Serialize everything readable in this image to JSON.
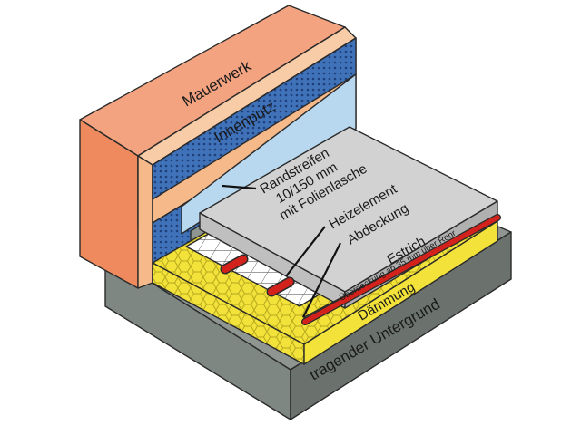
{
  "labels": {
    "wall": "Mauerwerk",
    "plaster": "Innenputz",
    "edge_strip_line1": "Randstreifen",
    "edge_strip_line2": "10/150 mm",
    "edge_strip_line3": "mit Folienlasche",
    "heating_element": "Heizelement",
    "cover": "Abdeckung",
    "screed": "Estrich",
    "screed_cover": "Überdeckung ab 35 mm über Rohr",
    "insulation": "Dämmung",
    "substrate": "tragender Untergrund"
  },
  "colors": {
    "wall_front": "#ef8a5e",
    "wall_top": "#f3a380",
    "plaster_front": "#f5b98a",
    "plaster_top": "#f8cca6",
    "edge_strip": "#3f72b8",
    "foil": "#b8d8ef",
    "screed": "#bfbfbf",
    "screed_top": "#d2d2d2",
    "insulation": "#f2e23a",
    "substrate_front": "#7f8783",
    "substrate_side": "#6b726e",
    "substrate_top": "#8f9692",
    "heating_pipe": "#d3221c"
  }
}
